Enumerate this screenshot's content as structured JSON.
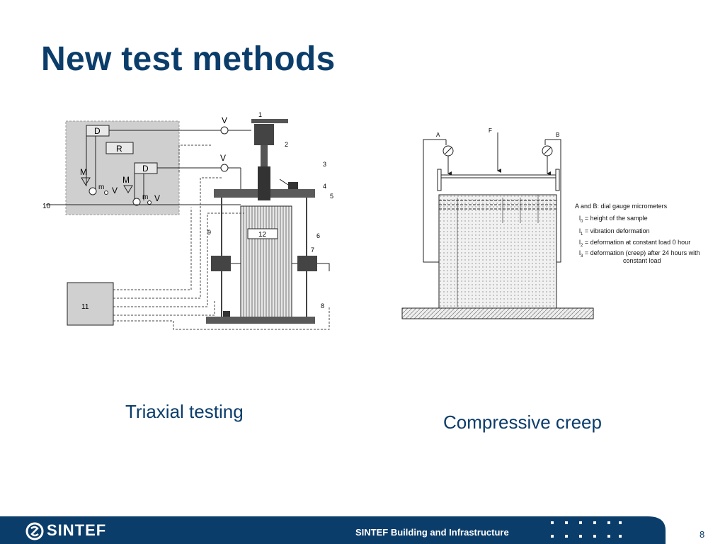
{
  "slide": {
    "title": "New test methods",
    "page_number": "8"
  },
  "figure_left": {
    "caption": "Triaxial testing",
    "labels": {
      "D_top": "D",
      "R": "R",
      "D_mid": "D",
      "M_left": "M",
      "M_right": "M",
      "m_left": "m",
      "V_left": "V",
      "m_right": "m",
      "V_right": "V",
      "V_top": "V",
      "V_mid": "V",
      "n1": "1",
      "n2": "2",
      "n3": "3",
      "n4": "4",
      "n5": "5",
      "n6": "6",
      "n7": "7",
      "n8": "8",
      "n9": "9",
      "n10": "10",
      "n11": "11",
      "n12": "12"
    }
  },
  "figure_right": {
    "caption": "Compressive creep",
    "labels": {
      "A": "A",
      "F": "F",
      "B": "B"
    },
    "legend": {
      "line1": "A and B: dial gauge micrometers",
      "l0_sym": "l",
      "l0_sub": "0",
      "l0_text": " = height of the sample",
      "l1_sym": "l",
      "l1_sub": "1",
      "l1_text": " = vibration deformation",
      "l2_sym": "l",
      "l2_sub": "2",
      "l2_text": " = deformation at constant load 0 hour",
      "l3_sym": "l",
      "l3_sub": "3",
      "l3_text": " = deformation (creep) after 24 hours with",
      "l3_cont": "constant load"
    }
  },
  "footer": {
    "logo": "SINTEF",
    "text": "SINTEF Building and Infrastructure"
  },
  "colors": {
    "title": "#0b3d6b",
    "footer_bg": "#0b3d6b",
    "footer_text": "#ffffff"
  }
}
